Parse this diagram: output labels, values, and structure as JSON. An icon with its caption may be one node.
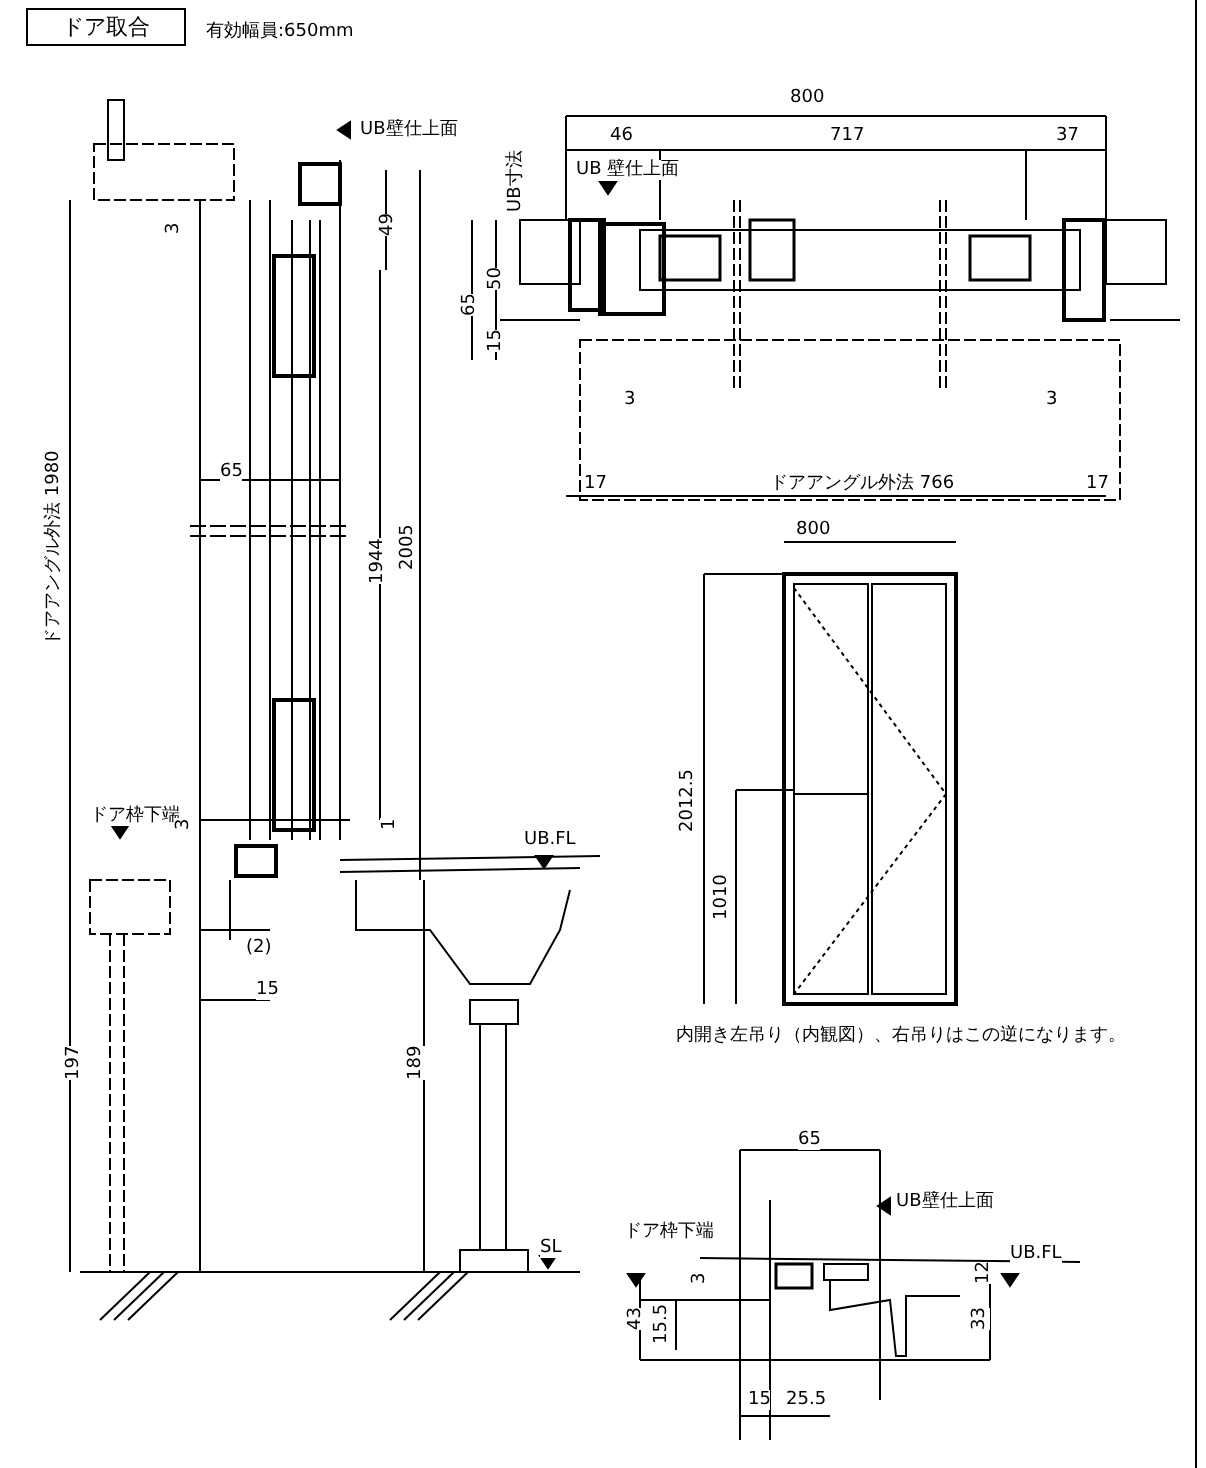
{
  "diagram": {
    "title": "ドア取合",
    "labels": [
      "有効幅員:650mm",
      "UB壁仕上面",
      "UB寸法",
      "800",
      "46",
      "717",
      "37",
      "UB 壁仕上面",
      "3",
      "49",
      "50",
      "65",
      "15",
      "3",
      "3",
      "17",
      "ドアアングル外法 766",
      "17",
      "65",
      "ドアアングル外法 1980",
      "1944",
      "2005",
      "800",
      "2012.5",
      "ドア枠下端",
      "3",
      "1",
      "1010",
      "UB.FL",
      "(2)",
      "15",
      "内開き左吊り（内観図）、右吊りはこの逆になります。",
      "197",
      "189",
      "SL",
      "65",
      "UB壁仕上面",
      "ドア枠下端",
      "3",
      "12",
      "UB.FL",
      "43",
      "15.5",
      "33",
      "15",
      "25.5"
    ]
  }
}
